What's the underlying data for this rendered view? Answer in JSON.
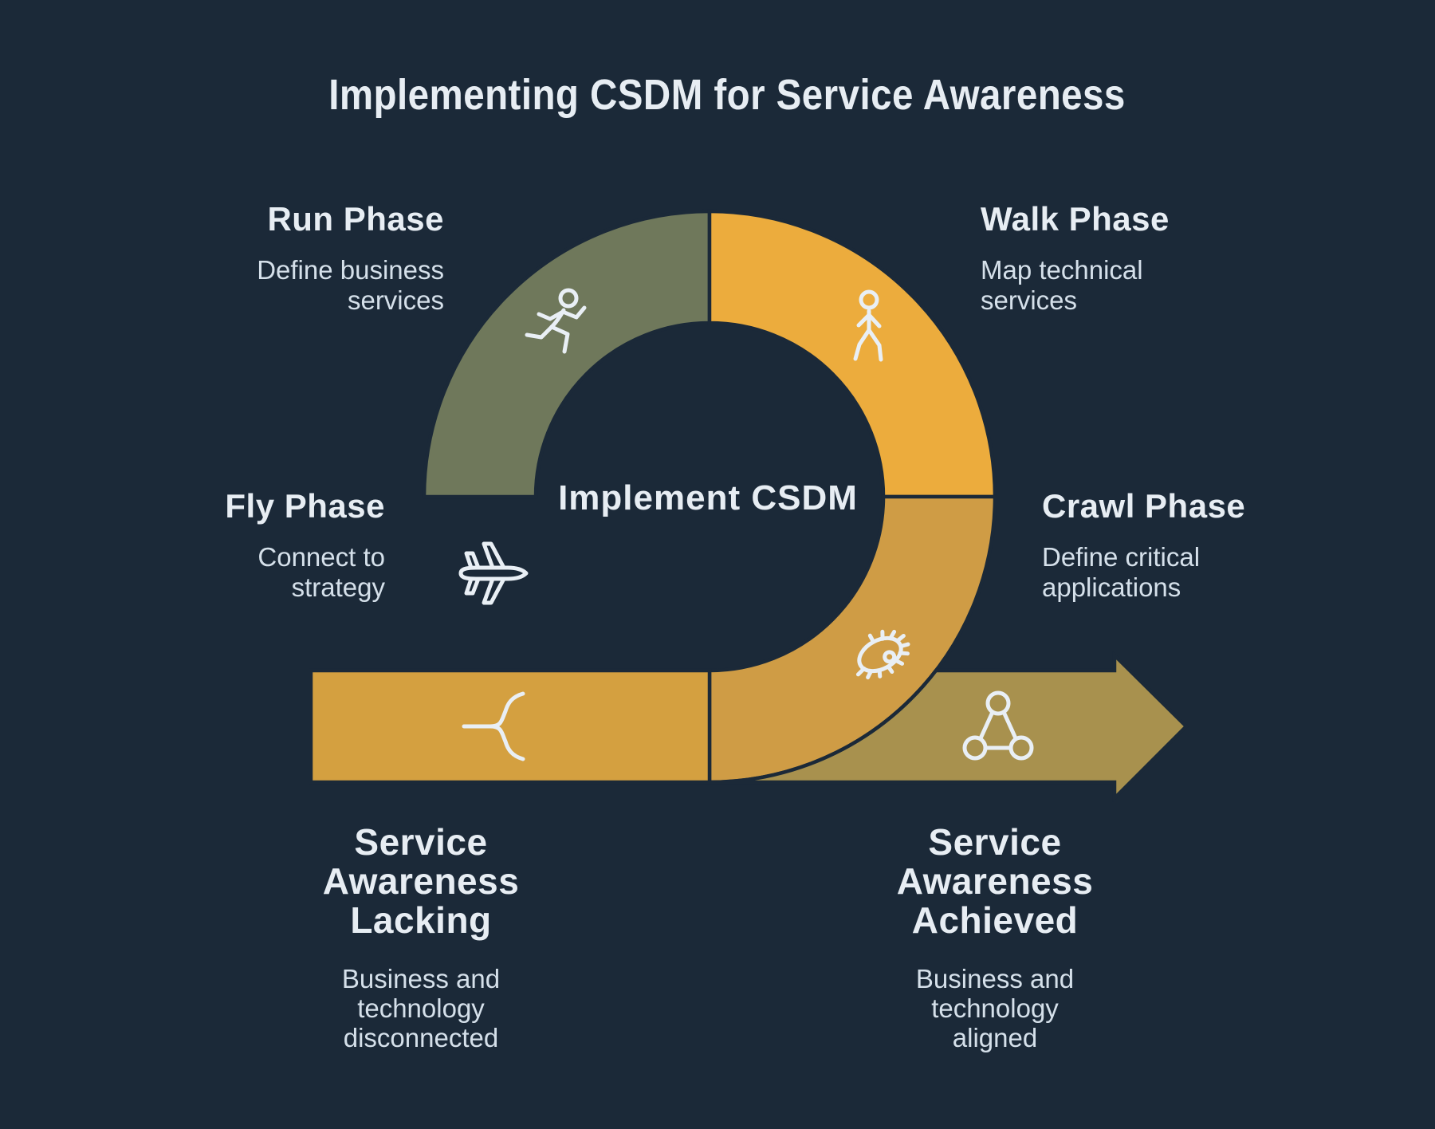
{
  "title": "Implementing CSDM for Service Awareness",
  "center_label": "Implement CSDM",
  "colors": {
    "background": "#1b2938",
    "text_heading": "#e7edf3",
    "text_body": "#d5e0ea",
    "icon_stroke": "#e9eff5",
    "olive_segment": "#6f785b",
    "amber_segment": "#ecac3d",
    "mustard_segment": "#cf9c45",
    "bar_segment": "#d4a040",
    "arrow_segment": "#a8914e"
  },
  "phases": [
    {
      "name": "Run Phase",
      "desc_lines": [
        "Define business",
        "services"
      ],
      "icon": "runner-icon"
    },
    {
      "name": "Walk Phase",
      "desc_lines": [
        "Map technical",
        "services"
      ],
      "icon": "walker-icon"
    },
    {
      "name": "Fly Phase",
      "desc_lines": [
        "Connect to",
        "strategy"
      ],
      "icon": "plane-icon"
    },
    {
      "name": "Crawl Phase",
      "desc_lines": [
        "Define critical",
        "applications"
      ],
      "icon": "microbe-icon"
    }
  ],
  "start_state": {
    "title_lines": [
      "Service",
      "Awareness",
      "Lacking"
    ],
    "desc_lines": [
      "Business and",
      "technology",
      "disconnected"
    ],
    "icon": "branch-icon"
  },
  "end_state": {
    "title_lines": [
      "Service",
      "Awareness",
      "Achieved"
    ],
    "desc_lines": [
      "Business and",
      "technology",
      "aligned"
    ],
    "icon": "network-icon"
  }
}
